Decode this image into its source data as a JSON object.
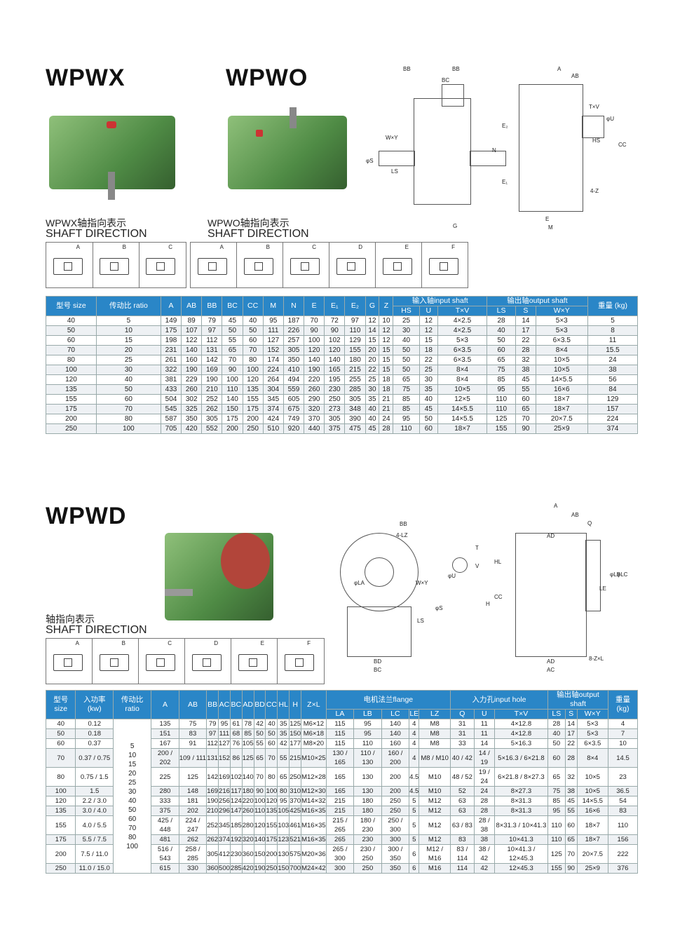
{
  "section1": {
    "models": [
      "WPWX",
      "WPWO"
    ],
    "caption_wpwx_cn": "WPWX轴指向表示",
    "caption_wpwx_en": "SHAFT DIRECTION",
    "caption_wpwo_cn": "WPWO轴指向表示",
    "caption_wpwo_en": "SHAFT DIRECTION",
    "wpwx_dirs": [
      "A",
      "B",
      "C"
    ],
    "wpwo_dirs": [
      "A",
      "B",
      "C",
      "D",
      "E",
      "F"
    ],
    "dim_labels": [
      "BB",
      "BB",
      "BC",
      "A",
      "AB",
      "T×V",
      "φU",
      "HS",
      "CC",
      "W×Y",
      "φS",
      "LS",
      "N",
      "E₂",
      "E₁",
      "4-Z",
      "E",
      "M",
      "G"
    ],
    "header": {
      "size": "型号 size",
      "ratio": "传动比 ratio",
      "A": "A",
      "AB": "AB",
      "BB": "BB",
      "BC": "BC",
      "CC": "CC",
      "M": "M",
      "N": "N",
      "E": "E",
      "E1": "E₁",
      "E2": "E₂",
      "G": "G",
      "Z": "Z",
      "input": "输入轴input shaft",
      "HS": "HS",
      "U": "U",
      "TxV": "T×V",
      "output": "输出轴output shaft",
      "LS": "LS",
      "S": "S",
      "WxY": "W×Y",
      "weight": "重量 (kg)"
    },
    "rows": [
      [
        "40",
        "5",
        "149",
        "89",
        "79",
        "45",
        "40",
        "95",
        "187",
        "70",
        "72",
        "97",
        "12",
        "10",
        "25",
        "12",
        "4×2.5",
        "28",
        "14",
        "5×3",
        "5"
      ],
      [
        "50",
        "10",
        "175",
        "107",
        "97",
        "50",
        "50",
        "111",
        "226",
        "90",
        "90",
        "110",
        "14",
        "12",
        "30",
        "12",
        "4×2.5",
        "40",
        "17",
        "5×3",
        "8"
      ],
      [
        "60",
        "15",
        "198",
        "122",
        "112",
        "55",
        "60",
        "127",
        "257",
        "100",
        "102",
        "129",
        "15",
        "12",
        "40",
        "15",
        "5×3",
        "50",
        "22",
        "6×3.5",
        "11"
      ],
      [
        "70",
        "20",
        "231",
        "140",
        "131",
        "65",
        "70",
        "152",
        "305",
        "120",
        "120",
        "155",
        "20",
        "15",
        "50",
        "18",
        "6×3.5",
        "60",
        "28",
        "8×4",
        "15.5"
      ],
      [
        "80",
        "25",
        "261",
        "160",
        "142",
        "70",
        "80",
        "174",
        "350",
        "140",
        "140",
        "180",
        "20",
        "15",
        "50",
        "22",
        "6×3.5",
        "65",
        "32",
        "10×5",
        "24"
      ],
      [
        "100",
        "30",
        "322",
        "190",
        "169",
        "90",
        "100",
        "224",
        "410",
        "190",
        "165",
        "215",
        "22",
        "15",
        "50",
        "25",
        "8×4",
        "75",
        "38",
        "10×5",
        "38"
      ],
      [
        "120",
        "40",
        "381",
        "229",
        "190",
        "100",
        "120",
        "264",
        "494",
        "220",
        "195",
        "255",
        "25",
        "18",
        "65",
        "30",
        "8×4",
        "85",
        "45",
        "14×5.5",
        "56"
      ],
      [
        "135",
        "50",
        "433",
        "260",
        "210",
        "110",
        "135",
        "304",
        "559",
        "260",
        "230",
        "285",
        "30",
        "18",
        "75",
        "35",
        "10×5",
        "95",
        "55",
        "16×6",
        "84"
      ],
      [
        "155",
        "60",
        "504",
        "302",
        "252",
        "140",
        "155",
        "345",
        "605",
        "290",
        "250",
        "305",
        "35",
        "21",
        "85",
        "40",
        "12×5",
        "110",
        "60",
        "18×7",
        "129"
      ],
      [
        "175",
        "70",
        "545",
        "325",
        "262",
        "150",
        "175",
        "374",
        "675",
        "320",
        "273",
        "348",
        "40",
        "21",
        "85",
        "45",
        "14×5.5",
        "110",
        "65",
        "18×7",
        "157"
      ],
      [
        "200",
        "80",
        "587",
        "350",
        "305",
        "175",
        "200",
        "424",
        "749",
        "370",
        "305",
        "390",
        "40",
        "24",
        "95",
        "50",
        "14×5.5",
        "125",
        "70",
        "20×7.5",
        "224"
      ],
      [
        "250",
        "100",
        "705",
        "420",
        "552",
        "200",
        "250",
        "510",
        "920",
        "440",
        "375",
        "475",
        "45",
        "28",
        "110",
        "60",
        "18×7",
        "155",
        "90",
        "25×9",
        "374"
      ]
    ]
  },
  "section2": {
    "model": "WPWD",
    "caption_cn": "轴指向表示",
    "caption_en": "SHAFT DIRECTION",
    "dirs": [
      "A",
      "B",
      "C",
      "D",
      "E",
      "F"
    ],
    "dim_labels": [
      "BB",
      "4-LZ",
      "φLA",
      "W×Y",
      "φS",
      "LS",
      "BD",
      "BC",
      "T",
      "V",
      "φU",
      "A",
      "AB",
      "Q",
      "AD",
      "HL",
      "CC",
      "H",
      "φLB",
      "φLC",
      "LE",
      "8-Z×L",
      "AD",
      "AC"
    ],
    "header": {
      "size": "型号 size",
      "power": "入功率 (kw)",
      "ratio": "传动比 ratio",
      "A": "A",
      "AB": "AB",
      "BB": "BB",
      "AC": "AC",
      "BC": "BC",
      "AD": "AD",
      "BD": "BD",
      "CC": "CC",
      "HL": "HL",
      "H": "H",
      "ZxL": "Z×L",
      "flange": "电机法兰flange",
      "LA": "LA",
      "LB": "LB",
      "LC": "LC",
      "LE": "LE",
      "LZ": "LZ",
      "input": "入力孔input hole",
      "Q": "Q",
      "U": "U",
      "TxV": "T×V",
      "output": "输出轴output shaft",
      "LS": "LS",
      "S": "S",
      "WxY": "W×Y",
      "weight": "重量 (kg)"
    },
    "ratios": [
      "5",
      "10",
      "15",
      "20",
      "25",
      "30",
      "40",
      "50",
      "60",
      "70",
      "80",
      "100"
    ],
    "rows": [
      [
        "40",
        "0.12",
        "135",
        "75",
        "79",
        "95",
        "61",
        "78",
        "42",
        "40",
        "35",
        "125",
        "M6×12",
        "115",
        "95",
        "140",
        "4",
        "M8",
        "31",
        "11",
        "4×12.8",
        "28",
        "14",
        "5×3",
        "4"
      ],
      [
        "50",
        "0.18",
        "151",
        "83",
        "97",
        "111",
        "68",
        "85",
        "50",
        "50",
        "35",
        "150",
        "M6×18",
        "115",
        "95",
        "140",
        "4",
        "M8",
        "31",
        "11",
        "4×12.8",
        "40",
        "17",
        "5×3",
        "7"
      ],
      [
        "60",
        "0.37",
        "167",
        "91",
        "112",
        "127",
        "76",
        "105",
        "55",
        "60",
        "42",
        "177",
        "M8×20",
        "115",
        "110",
        "160",
        "4",
        "M8",
        "33",
        "14",
        "5×16.3",
        "50",
        "22",
        "6×3.5",
        "10"
      ],
      [
        "70",
        "0.37 / 0.75",
        "200 / 202",
        "109 / 111",
        "131",
        "152",
        "86",
        "125",
        "65",
        "70",
        "55",
        "215",
        "M10×25",
        "130 / 165",
        "110 / 130",
        "160 / 200",
        "4",
        "M8 / M10",
        "40 / 42",
        "14 / 19",
        "5×16.3 / 6×21.8",
        "60",
        "28",
        "8×4",
        "14.5"
      ],
      [
        "80",
        "0.75 / 1.5",
        "225",
        "125",
        "142",
        "169",
        "102",
        "140",
        "70",
        "80",
        "65",
        "250",
        "M12×28",
        "165",
        "130",
        "200",
        "4.5",
        "M10",
        "48 / 52",
        "19 / 24",
        "6×21.8 / 8×27.3",
        "65",
        "32",
        "10×5",
        "23"
      ],
      [
        "100",
        "1.5",
        "280",
        "148",
        "169",
        "216",
        "117",
        "180",
        "90",
        "100",
        "80",
        "310",
        "M12×30",
        "165",
        "130",
        "200",
        "4.5",
        "M10",
        "52",
        "24",
        "8×27.3",
        "75",
        "38",
        "10×5",
        "36.5"
      ],
      [
        "120",
        "2.2 / 3.0",
        "333",
        "181",
        "190",
        "256",
        "124",
        "220",
        "100",
        "120",
        "95",
        "370",
        "M14×32",
        "215",
        "180",
        "250",
        "5",
        "M12",
        "63",
        "28",
        "8×31.3",
        "85",
        "45",
        "14×5.5",
        "54"
      ],
      [
        "135",
        "3.0 / 4.0",
        "375",
        "202",
        "210",
        "296",
        "147",
        "260",
        "110",
        "135",
        "105",
        "425",
        "M16×35",
        "215",
        "180",
        "250",
        "5",
        "M12",
        "63",
        "28",
        "8×31.3",
        "95",
        "55",
        "16×6",
        "83"
      ],
      [
        "155",
        "4.0 / 5.5",
        "425 / 448",
        "224 / 247",
        "252",
        "345",
        "185",
        "280",
        "120",
        "155",
        "103",
        "461",
        "M16×35",
        "215 / 265",
        "180 / 230",
        "250 / 300",
        "5",
        "M12",
        "63 / 83",
        "28 / 38",
        "8×31.3 / 10×41.3",
        "110",
        "60",
        "18×7",
        "110"
      ],
      [
        "175",
        "5.5 / 7.5",
        "481",
        "262",
        "262",
        "374",
        "192",
        "320",
        "140",
        "175",
        "123",
        "521",
        "M16×35",
        "265",
        "230",
        "300",
        "5",
        "M12",
        "83",
        "38",
        "10×41.3",
        "110",
        "65",
        "18×7",
        "156"
      ],
      [
        "200",
        "7.5 / 11.0",
        "516 / 543",
        "258 / 285",
        "305",
        "412",
        "230",
        "360",
        "150",
        "200",
        "130",
        "575",
        "M20×36",
        "265 / 300",
        "230 / 250",
        "300 / 350",
        "6",
        "M12 / M16",
        "83 / 114",
        "38 / 42",
        "10×41.3 / 12×45.3",
        "125",
        "70",
        "20×7.5",
        "222"
      ],
      [
        "250",
        "11.0 / 15.0",
        "615",
        "330",
        "360",
        "500",
        "285",
        "420",
        "190",
        "250",
        "150",
        "700",
        "M24×42",
        "300",
        "250",
        "350",
        "6",
        "M16",
        "114",
        "42",
        "12×45.3",
        "155",
        "90",
        "25×9",
        "376"
      ]
    ]
  }
}
